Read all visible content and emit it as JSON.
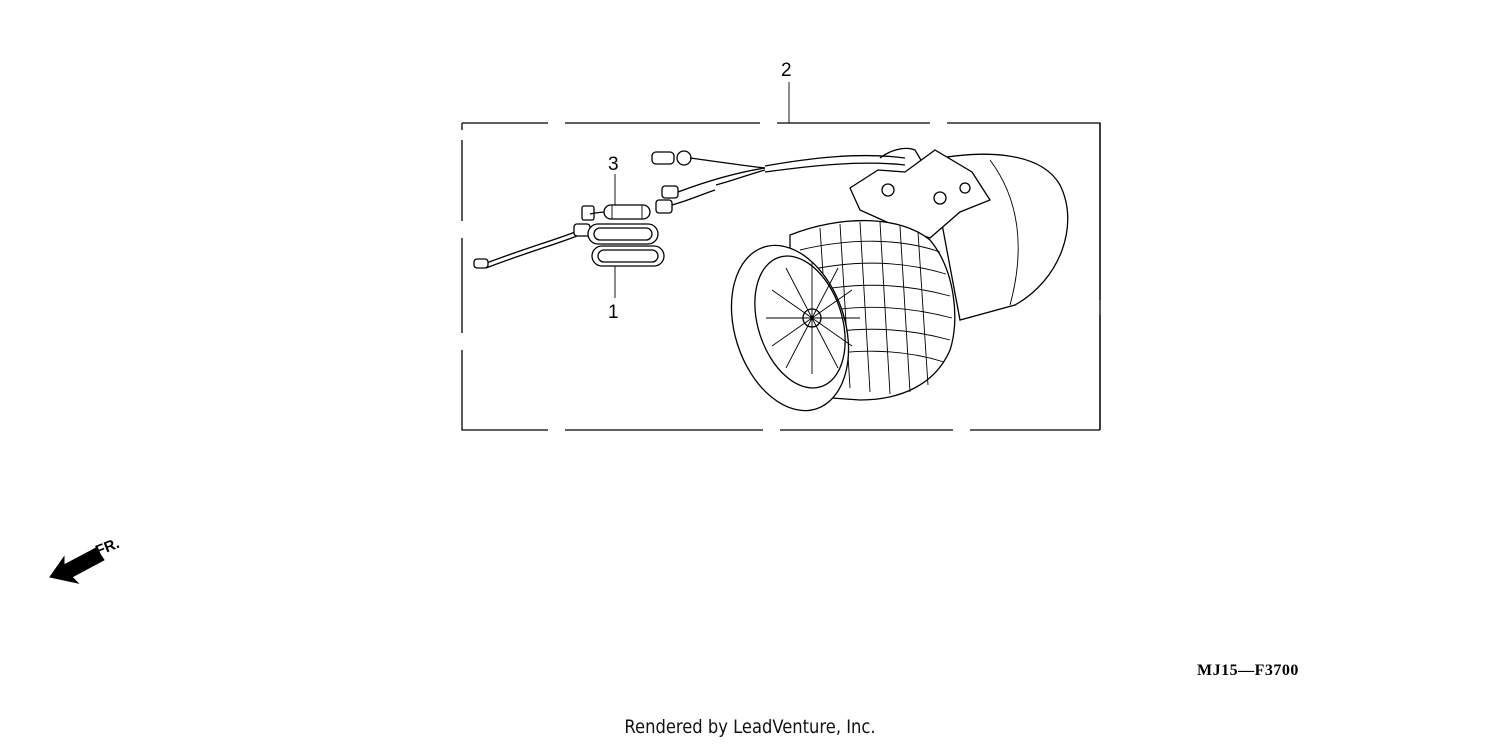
{
  "callouts": {
    "part_1": "1",
    "part_2": "2",
    "part_3": "3"
  },
  "direction_marker": {
    "label": "FR.",
    "icon": "front-arrow-icon"
  },
  "diagram_code": "MJ15—F3700",
  "footer": "Rendered by LeadVenture, Inc.",
  "colors": {
    "line": "#000000",
    "background": "#ffffff"
  }
}
